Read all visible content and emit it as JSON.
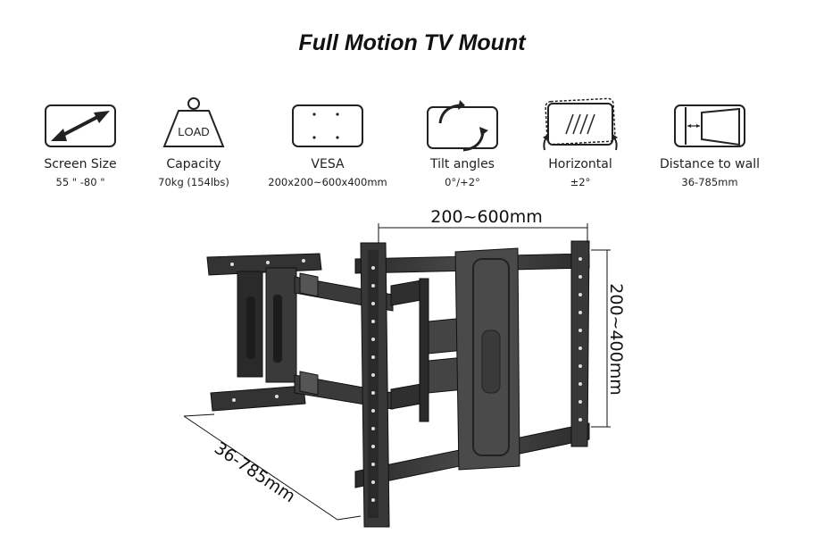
{
  "title": "Full Motion TV Mount",
  "features": [
    {
      "icon": "double-arrow-icon",
      "label": "Screen Size",
      "value": "55 \" -80 \""
    },
    {
      "icon": "load-weight-icon",
      "label": "Capacity",
      "value": "70kg (154lbs)",
      "badge": "LOAD"
    },
    {
      "icon": "vesa-holes-icon",
      "label": "VESA",
      "value": "200x200~600x400mm"
    },
    {
      "icon": "tilt-arrows-icon",
      "label": "Tilt angles",
      "value": "0°/+2°"
    },
    {
      "icon": "horizontal-adjust-icon",
      "label": "Horizontal",
      "value": "±2°"
    },
    {
      "icon": "wall-distance-icon",
      "label": "Distance to wall",
      "value": "36-785mm"
    }
  ],
  "dimensions": {
    "width": "200~600mm",
    "height": "200~400mm",
    "depth": "36-785mm"
  }
}
